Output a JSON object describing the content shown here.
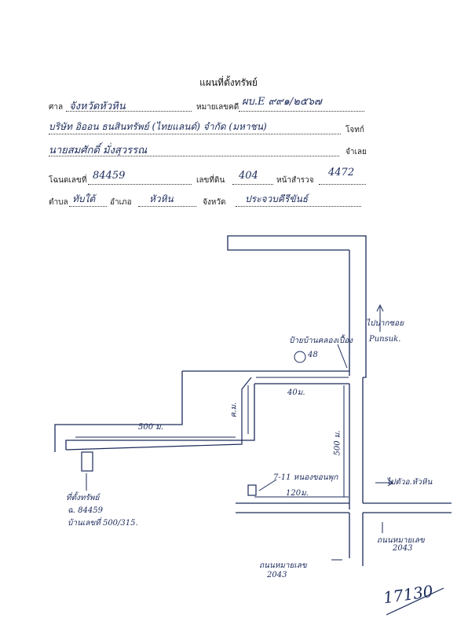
{
  "header_title": "แผนที่ตั้งทรัพย์",
  "fields": {
    "court_label": "ศาล",
    "court_value": "จังหวัดหัวหิน",
    "case_no_label": "หมายเลขคดี",
    "case_no_value": "ผบ.E ๙๙๑/๒๕๖๗",
    "plaintiff_value": "บริษัท อิออน ธนสินทรัพย์ (ไทยแลนด์) จำกัด (มหาชน)",
    "plaintiff_label": "โจทก์",
    "defendant_value": "นายสมศักดิ์ มั่งสุวรรณ",
    "defendant_label": "จำเลย",
    "deed_label": "โฉนดเลขที่",
    "deed_value": "84459",
    "land_no_label": "เลขที่ดิน",
    "land_no_value": "404",
    "survey_label": "หน้าสำรวจ",
    "survey_value": "4472",
    "subdistrict_label": "ตำบล",
    "subdistrict_value": "ทับใต้",
    "district_label": "อำเภอ",
    "district_value": "หัวหิน",
    "province_label": "จังหวัด",
    "province_value": "ประจวบคีรีขันธ์"
  },
  "map_labels": {
    "sign": "ป้ายบ้านคลองเปื้อง",
    "sign_no": "48",
    "to_soi": "ไปปากซอย",
    "soi_name": "Punsuk.",
    "dist_40": "40ม.",
    "dist_500_top": "500 ม.",
    "dist_vertical": "ค.ม.",
    "dist_500_right": "500 ม.",
    "seven_eleven": "7-11 หนองขอนพุก",
    "dist_120": "120ม.",
    "to_town": "ไปตัวอ.หัวหิน",
    "road_2043_right_a": "ถนนหมายเลข",
    "road_2043_right_b": "2043",
    "road_2043_bottom_a": "ถนนหมายเลข",
    "road_2043_bottom_b": "2043",
    "property_a": "ที่ตั้งทรัพย์",
    "property_b": "ฉ. 84459",
    "property_c": "บ้านเลขที่ 500/315.",
    "stamp_number": "17130"
  },
  "colors": {
    "ink": "#1b2a5a",
    "print": "#1a1a1a"
  }
}
